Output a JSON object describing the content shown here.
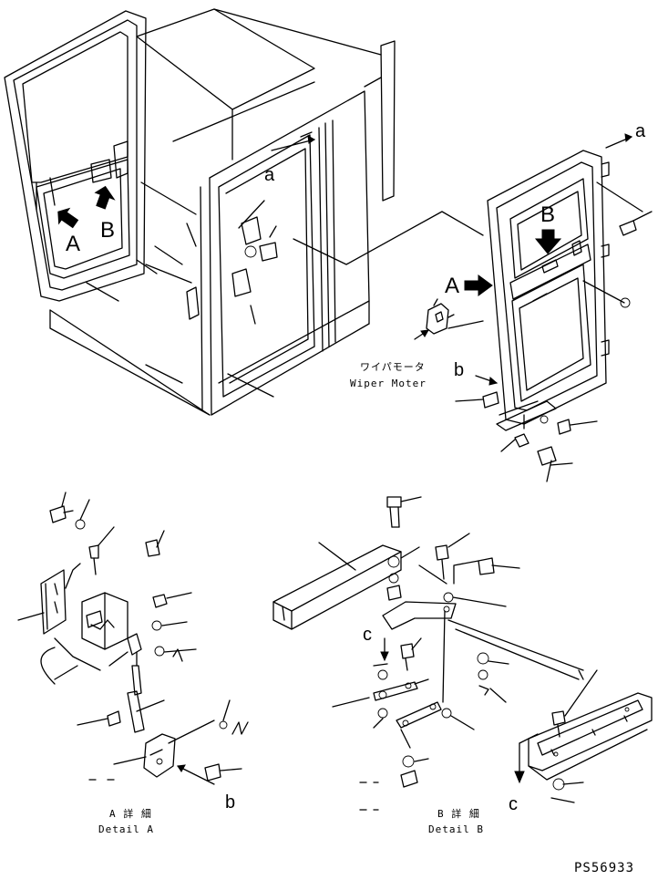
{
  "callouts": {
    "top_a": "a",
    "right_a": "a",
    "cab_A": "A",
    "cab_B": "B",
    "door_A": "A",
    "door_B": "B",
    "door_b": "b",
    "detail_a_b": "b",
    "detail_b_c1": "c",
    "detail_b_c2": "c"
  },
  "wiper_motor": {
    "jp": "ワイパモータ",
    "en": "Wiper Moter"
  },
  "detail_a": {
    "jp": "A 詳 細",
    "en": "Detail A"
  },
  "detail_b": {
    "jp": "B 詳 細",
    "en": "Detail B"
  },
  "drawing_code": "PS56933"
}
